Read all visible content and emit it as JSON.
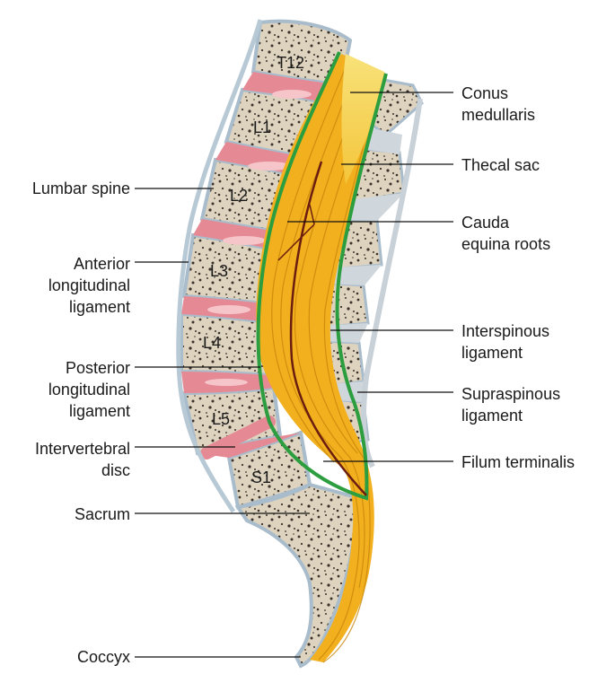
{
  "vertebrae": [
    {
      "id": "t12",
      "label": "T12"
    },
    {
      "id": "l1",
      "label": "L1"
    },
    {
      "id": "l2",
      "label": "L2"
    },
    {
      "id": "l3",
      "label": "L3"
    },
    {
      "id": "l4",
      "label": "L4"
    },
    {
      "id": "l5",
      "label": "L5"
    },
    {
      "id": "s1",
      "label": "S1"
    }
  ],
  "left_labels": {
    "lumbar_spine": [
      "Lumbar spine"
    ],
    "anterior_longitudinal_ligament": [
      "Anterior",
      "longitudinal",
      "ligament"
    ],
    "posterior_longitudinal_ligament": [
      "Posterior",
      "longitudinal",
      "ligament"
    ],
    "intervertebral_disc": [
      "Intervertebral",
      "disc"
    ],
    "sacrum": [
      "Sacrum"
    ],
    "coccyx": [
      "Coccyx"
    ]
  },
  "right_labels": {
    "conus_medullaris": [
      "Conus",
      "medullaris"
    ],
    "thecal_sac": [
      "Thecal sac"
    ],
    "cauda_equina_roots": [
      "Cauda",
      "equina roots"
    ],
    "interspinous_ligament": [
      "Interspinous",
      "ligament"
    ],
    "supraspinous_ligament": [
      "Supraspinous",
      "ligament"
    ],
    "filum_terminalis": [
      "Filum terminalis"
    ]
  },
  "colors": {
    "bone_fill": "#ddd3bf",
    "bone_edge": "#a9bccb",
    "disc": "#e58a94",
    "disc_core": "#f6c5c9",
    "nerve": "#f2b01e",
    "nerve_dark": "#c7850c",
    "conus": "#f8e27a",
    "thecal_sac": "#2c9e3f",
    "filum": "#6b1d10",
    "ligament": "#cfd6dc",
    "leader": "#111111"
  }
}
